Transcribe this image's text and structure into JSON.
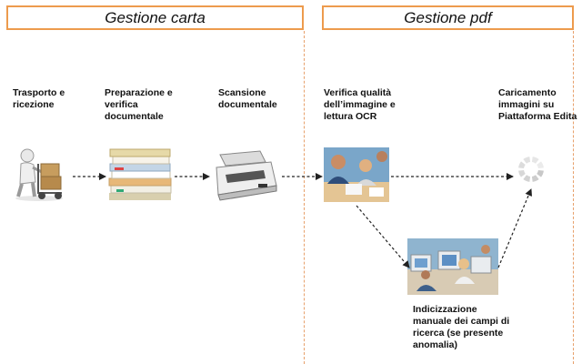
{
  "phases": {
    "paper": "Gestione carta",
    "pdf": "Gestione pdf"
  },
  "steps": [
    {
      "label": "Trasporto e\nricezione",
      "icon": "delivery-person-icon"
    },
    {
      "label": "Preparazione e\nverifica\ndocumentale",
      "icon": "document-stack-icon"
    },
    {
      "label": "Scansione\ndocumentale",
      "icon": "scanner-icon"
    },
    {
      "label": "Verifica qualità\ndell’immagine e\nlettura OCR",
      "icon": "office-workers-photo"
    },
    {
      "label": "Caricamento\nimmagini su\nPiattaforma Edita",
      "icon": "loading-spinner-icon"
    },
    {
      "label": "Indicizzazione\nmanuale dei campi di\nricerca (se presente\nanomalia)",
      "icon": "computer-room-photo"
    }
  ],
  "colors": {
    "accent": "#ed9b4d",
    "arrow": "#222222"
  }
}
